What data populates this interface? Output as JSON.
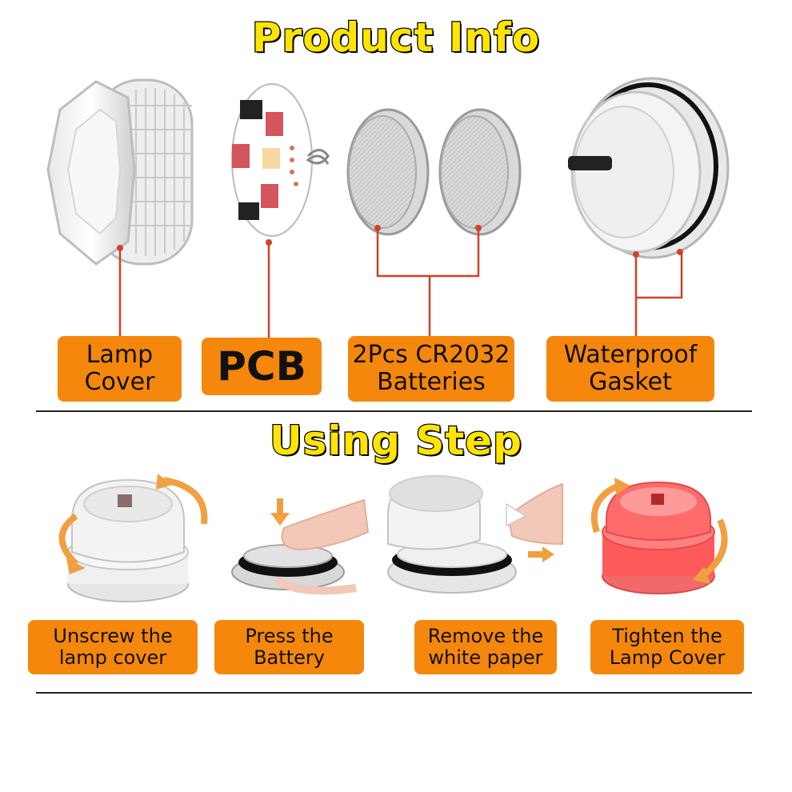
{
  "product_info": {
    "title": "Product Info",
    "labels": {
      "lamp_cover": "Lamp\nCover",
      "pcb": "PCB",
      "batteries": "2Pcs CR2032\nBatteries",
      "gasket": "Waterproof\nGasket"
    }
  },
  "using_step": {
    "title": "Using Step",
    "steps": [
      "Unscrew the\nlamp cover",
      "Press the\nBattery",
      "Remove the\nwhite paper",
      "Tighten the\nLamp Cover"
    ]
  },
  "colors": {
    "label_bg": "#f5870c",
    "title_fill": "#ffe400",
    "leader_line": "#d0412a",
    "arrow": "#f0a040",
    "red_light": "#ff3b40"
  }
}
